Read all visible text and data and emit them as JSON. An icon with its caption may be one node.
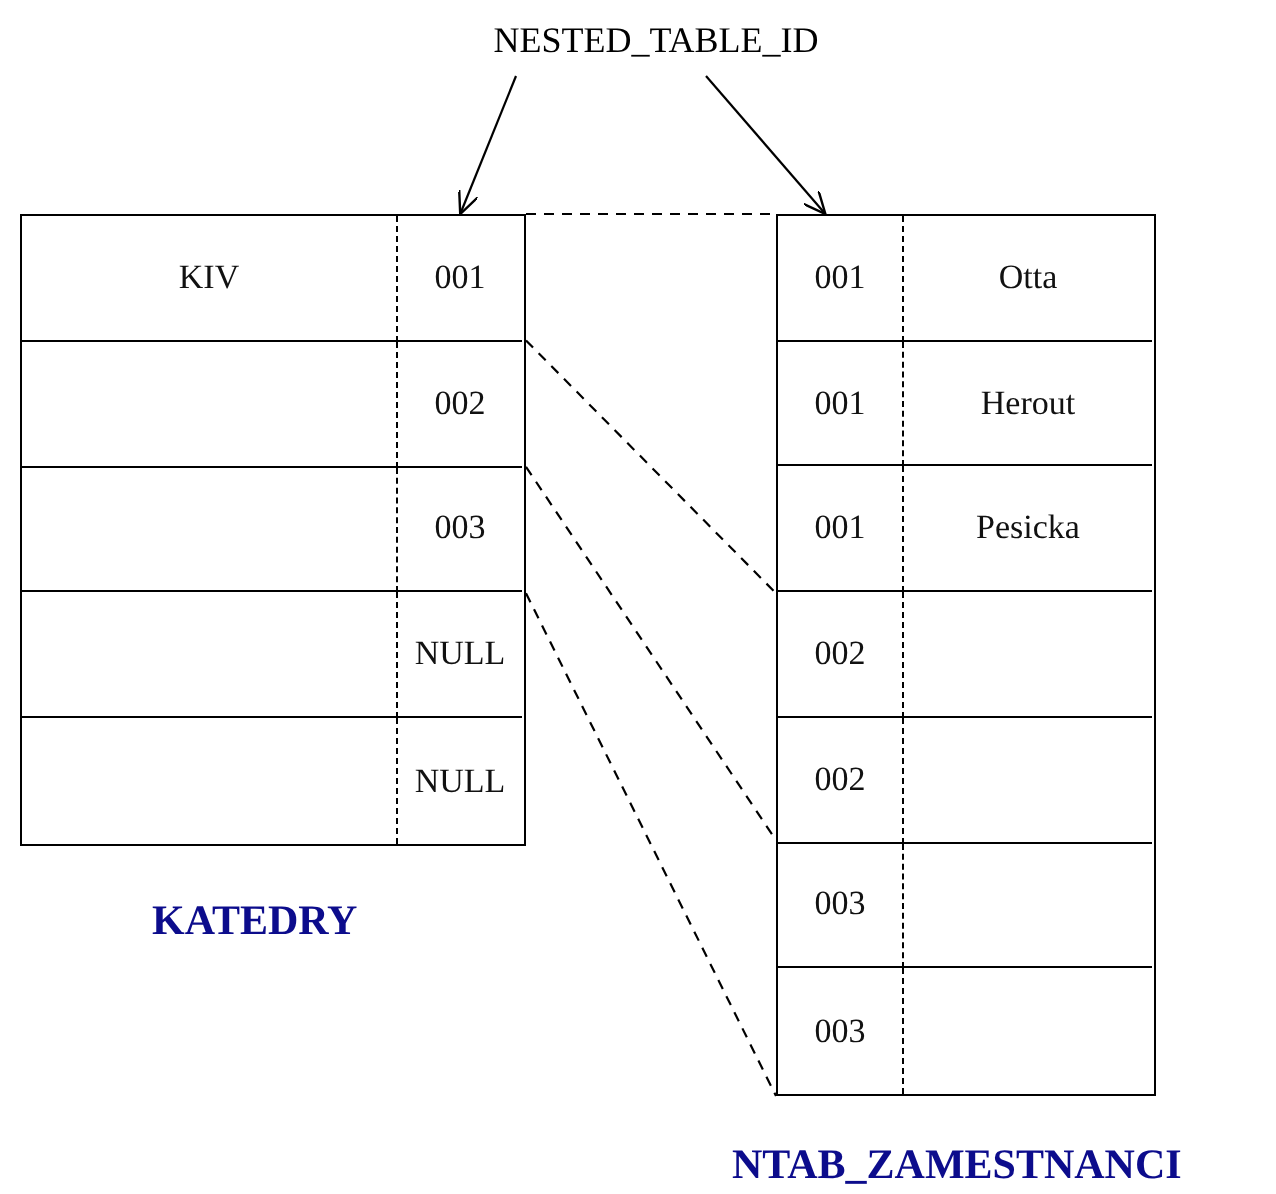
{
  "diagram": {
    "nodes": [
      {
        "text": [
          "NESTED_TABLE_ID"
        ]
      },
      {
        "text": [
          "KATEDRY"
        ]
      },
      {
        "text": [
          "NTAB_ZAMESTNANCI"
        ]
      }
    ],
    "edges": [
      {
        "from": 0,
        "to": 1,
        "arrow": "to"
      },
      {
        "from": 0,
        "to": 2,
        "arrow": "to"
      },
      {
        "from": 1,
        "to": 2,
        "arrow": "none",
        "style": "dashed"
      },
      {
        "from": 1,
        "to": 2,
        "arrow": "none",
        "style": "dashed"
      },
      {
        "from": 1,
        "to": 2,
        "arrow": "none",
        "style": "dashed"
      },
      {
        "from": 1,
        "to": 2,
        "arrow": "none",
        "style": "dashed"
      }
    ],
    "labels": [
      "KIV",
      "001",
      "002",
      "003",
      "NULL",
      "NULL",
      "001",
      "Otta",
      "001",
      "Herout",
      "001",
      "Pesicka",
      "002",
      "002",
      "003",
      "003"
    ]
  }
}
